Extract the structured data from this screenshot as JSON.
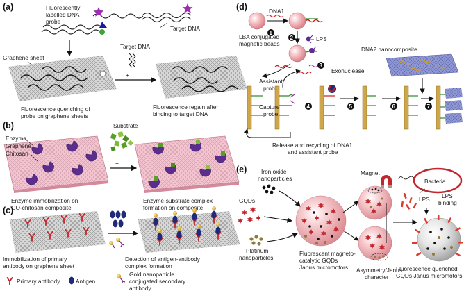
{
  "panels": {
    "a": {
      "label": "(a)",
      "probe": [
        "Fluorescently",
        "labelled DNA",
        "probe"
      ],
      "target_top": "Target DNA",
      "graphene_sheet": "Graphene sheet",
      "target_mid": "Target DNA",
      "plus": "+",
      "quench_caption": [
        "Fluorescence quenching of",
        "probe on graphene sheets"
      ],
      "regain_caption": [
        "Fluorescence regain after",
        "binding to target DNA"
      ]
    },
    "b": {
      "label": "(b)",
      "substrate": "Substrate",
      "layers": [
        "Enzyme",
        "Graphene",
        "Chitosan"
      ],
      "plus": "+",
      "immob_caption": [
        "Enzyme immobilization on",
        "GO-chitosan composite"
      ],
      "complex_caption": [
        "Enzyme-substrate complex",
        "formation on composite"
      ]
    },
    "c": {
      "label": "(c)",
      "plus": "+",
      "primary_caption": [
        "Immobilization of primary",
        "antibody on graphene sheet"
      ],
      "detection_caption": [
        "Detection of antigen-antibody",
        "complex formation"
      ],
      "legend": {
        "primary_antibody": "Primary antibody",
        "antigen": "Antigen",
        "gold": [
          "Gold nanoparticle",
          "conjugated secondary",
          "antibody"
        ]
      }
    },
    "d": {
      "label": "(d)",
      "dna1": "DNA1",
      "lba": [
        "LBA conjugated",
        "magnetic beads"
      ],
      "lps": "LPS",
      "dna2": "DNA2 nanocomposite",
      "exonuclease": "Exonuclease",
      "assistant_probe": [
        "Assistant",
        "probe"
      ],
      "capture_probe": [
        "Capture",
        "probe"
      ],
      "release": [
        "Release and recycling of DNA1",
        "and assistant probe"
      ],
      "steps": [
        "1",
        "2",
        "3",
        "4",
        "5",
        "6",
        "7"
      ]
    },
    "e": {
      "label": "(e)",
      "iron_oxide": [
        "Iron oxide",
        "nanoparticles"
      ],
      "gqds": "GQDs",
      "platinum": [
        "Platinum",
        "nanoparticles"
      ],
      "magnet": "Magnet",
      "bacteria": "Bacteria",
      "lps": "LPS",
      "lps_binding": [
        "LPS",
        "binding"
      ],
      "micromotors": [
        "Fluorescent magneto-",
        "catalytic GQDs",
        "Janus micromotors"
      ],
      "janus": [
        "Asymmetry/Janus",
        "character"
      ],
      "quenched": [
        "Fluorescence quenched",
        "GQDs Janus micromotors"
      ]
    }
  },
  "colors": {
    "sheet_grey": "#c8c8c8",
    "pink_sheet": "#f3c4cf",
    "enzyme_purple": "#5b2d8e",
    "antibody_red": "#c0272d",
    "antigen_blue": "#1f2a7a",
    "gold": "#d4a017",
    "sphere_pink": "#f2b3b8",
    "star_red": "#c1272d",
    "dna_red": "#d01818",
    "dna_green": "#2a8a2a",
    "dna_purple": "#9b2fb0",
    "nano_blue": "#7d86c8"
  }
}
